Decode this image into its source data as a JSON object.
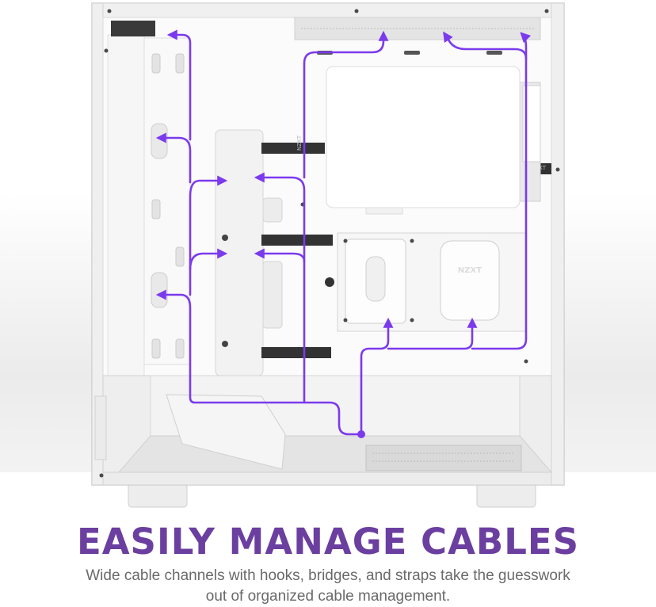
{
  "headline": "EASILY MANAGE CABLES",
  "subheadline": {
    "line1": "Wide cable channels with hooks, bridges, and straps take the guesswork",
    "line2": "out of organized cable management."
  },
  "product_marking": "NZXT",
  "colors": {
    "accent_purple": "#7c3aed",
    "headline_purple": "#6b3fa0",
    "text_gray": "#6a6a6a",
    "case_white": "#f4f4f4",
    "strap_black": "#333333"
  }
}
